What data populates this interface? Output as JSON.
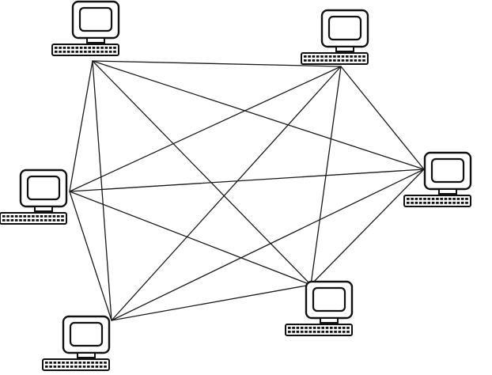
{
  "diagram": {
    "type": "mesh-network",
    "node_icon": "computer-workstation-icon",
    "colors": {
      "line": "#1a1a1a",
      "outline": "#111111",
      "background": "#ffffff"
    },
    "nodes": [
      {
        "id": "top-left"
      },
      {
        "id": "top-right"
      },
      {
        "id": "right"
      },
      {
        "id": "left"
      },
      {
        "id": "bottom-right"
      },
      {
        "id": "bottom-left"
      }
    ],
    "links": [
      [
        "top-left",
        "top-right"
      ],
      [
        "top-left",
        "right"
      ],
      [
        "top-left",
        "left"
      ],
      [
        "top-left",
        "bottom-right"
      ],
      [
        "top-left",
        "bottom-left"
      ],
      [
        "top-right",
        "right"
      ],
      [
        "top-right",
        "left"
      ],
      [
        "top-right",
        "bottom-right"
      ],
      [
        "top-right",
        "bottom-left"
      ],
      [
        "right",
        "left"
      ],
      [
        "right",
        "bottom-right"
      ],
      [
        "right",
        "bottom-left"
      ],
      [
        "left",
        "bottom-right"
      ],
      [
        "left",
        "bottom-left"
      ],
      [
        "bottom-right",
        "bottom-left"
      ]
    ]
  }
}
